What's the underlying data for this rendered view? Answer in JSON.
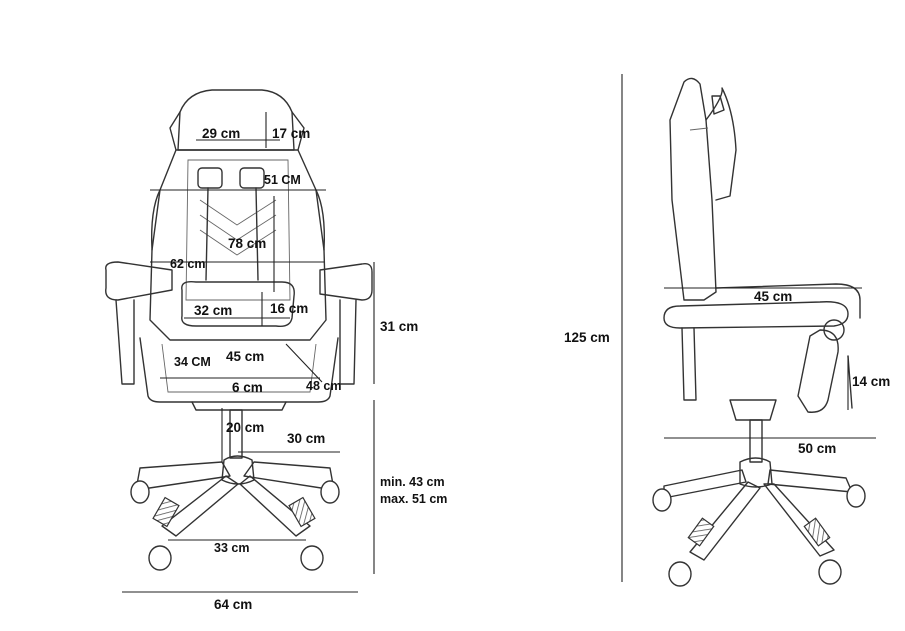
{
  "front_view": {
    "labels": {
      "headrest_width": "29 cm",
      "headrest_height": "17 cm",
      "backrest_width_top": "51 CM",
      "backrest_height": "78 cm",
      "backrest_width": "62 cm",
      "lumbar_width": "32 cm",
      "lumbar_height": "16 cm",
      "armrest_height": "31 cm",
      "seat_depth": "34 CM",
      "seat_width_inner": "45 cm",
      "seat_width": "48 cm",
      "seat_thickness": "6 cm",
      "gas_lift": "20 cm",
      "base_radius": "30 cm",
      "seat_height": "min. 43 cm\nmax. 51 cm",
      "wheel_span": "33 cm",
      "base_width": "64 cm"
    }
  },
  "side_view": {
    "labels": {
      "total_height": "125 cm",
      "armrest_length": "45 cm",
      "footrest_height": "14 cm",
      "seat_depth": "50 cm"
    }
  }
}
